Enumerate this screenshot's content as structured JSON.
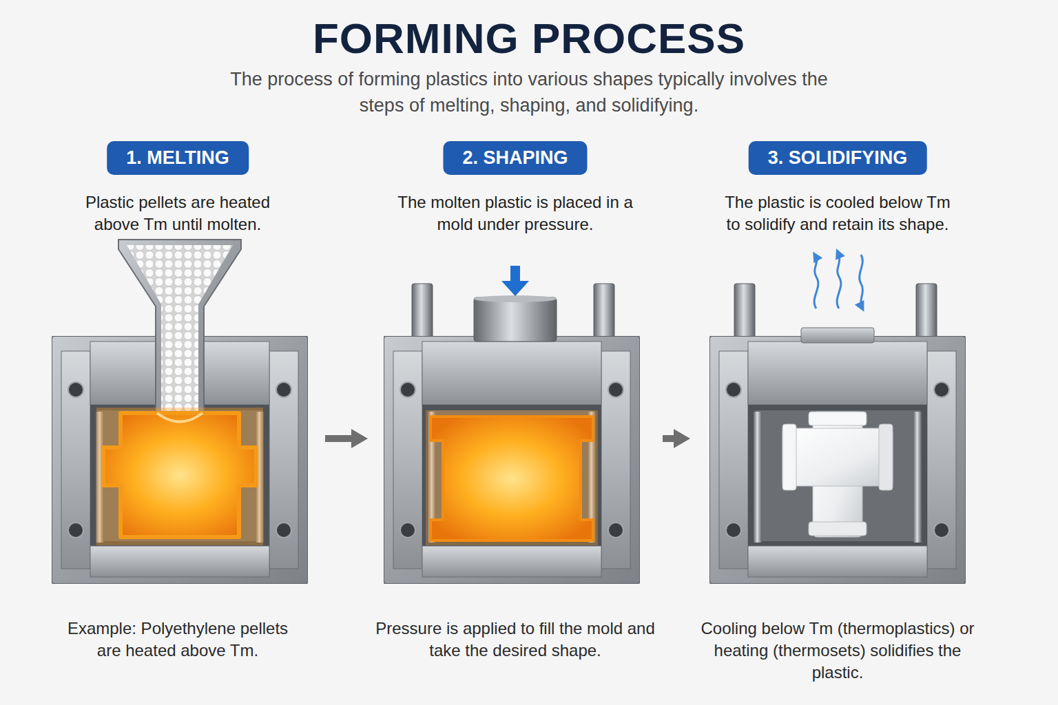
{
  "diagram": {
    "title": "FORMING PROCESS",
    "caption": "The process of forming plastics into various shapes typically involves the steps of melting, shaping, and solidifying.",
    "nodes": [
      {
        "text": [
          "1. MELTING",
          "Plastic pellets are heated above Tm until molten.",
          "Example: Polyethylene pellets are heated above Tm."
        ]
      },
      {
        "text": [
          "2. SHAPING",
          "The molten plastic is placed in a mold under pressure.",
          "Pressure is applied to fill the mold and take the desired shape."
        ]
      },
      {
        "text": [
          "3. SOLIDIFYING",
          "The plastic is cooled below Tm to solidify and retain its shape.",
          "Cooling below Tm (thermoplastics) or heating (thermosets) solidifies the plastic."
        ]
      }
    ],
    "edges": [
      {
        "from": 0,
        "to": 1,
        "arrow": "to"
      },
      {
        "from": 1,
        "to": 2,
        "arrow": "to"
      }
    ]
  }
}
